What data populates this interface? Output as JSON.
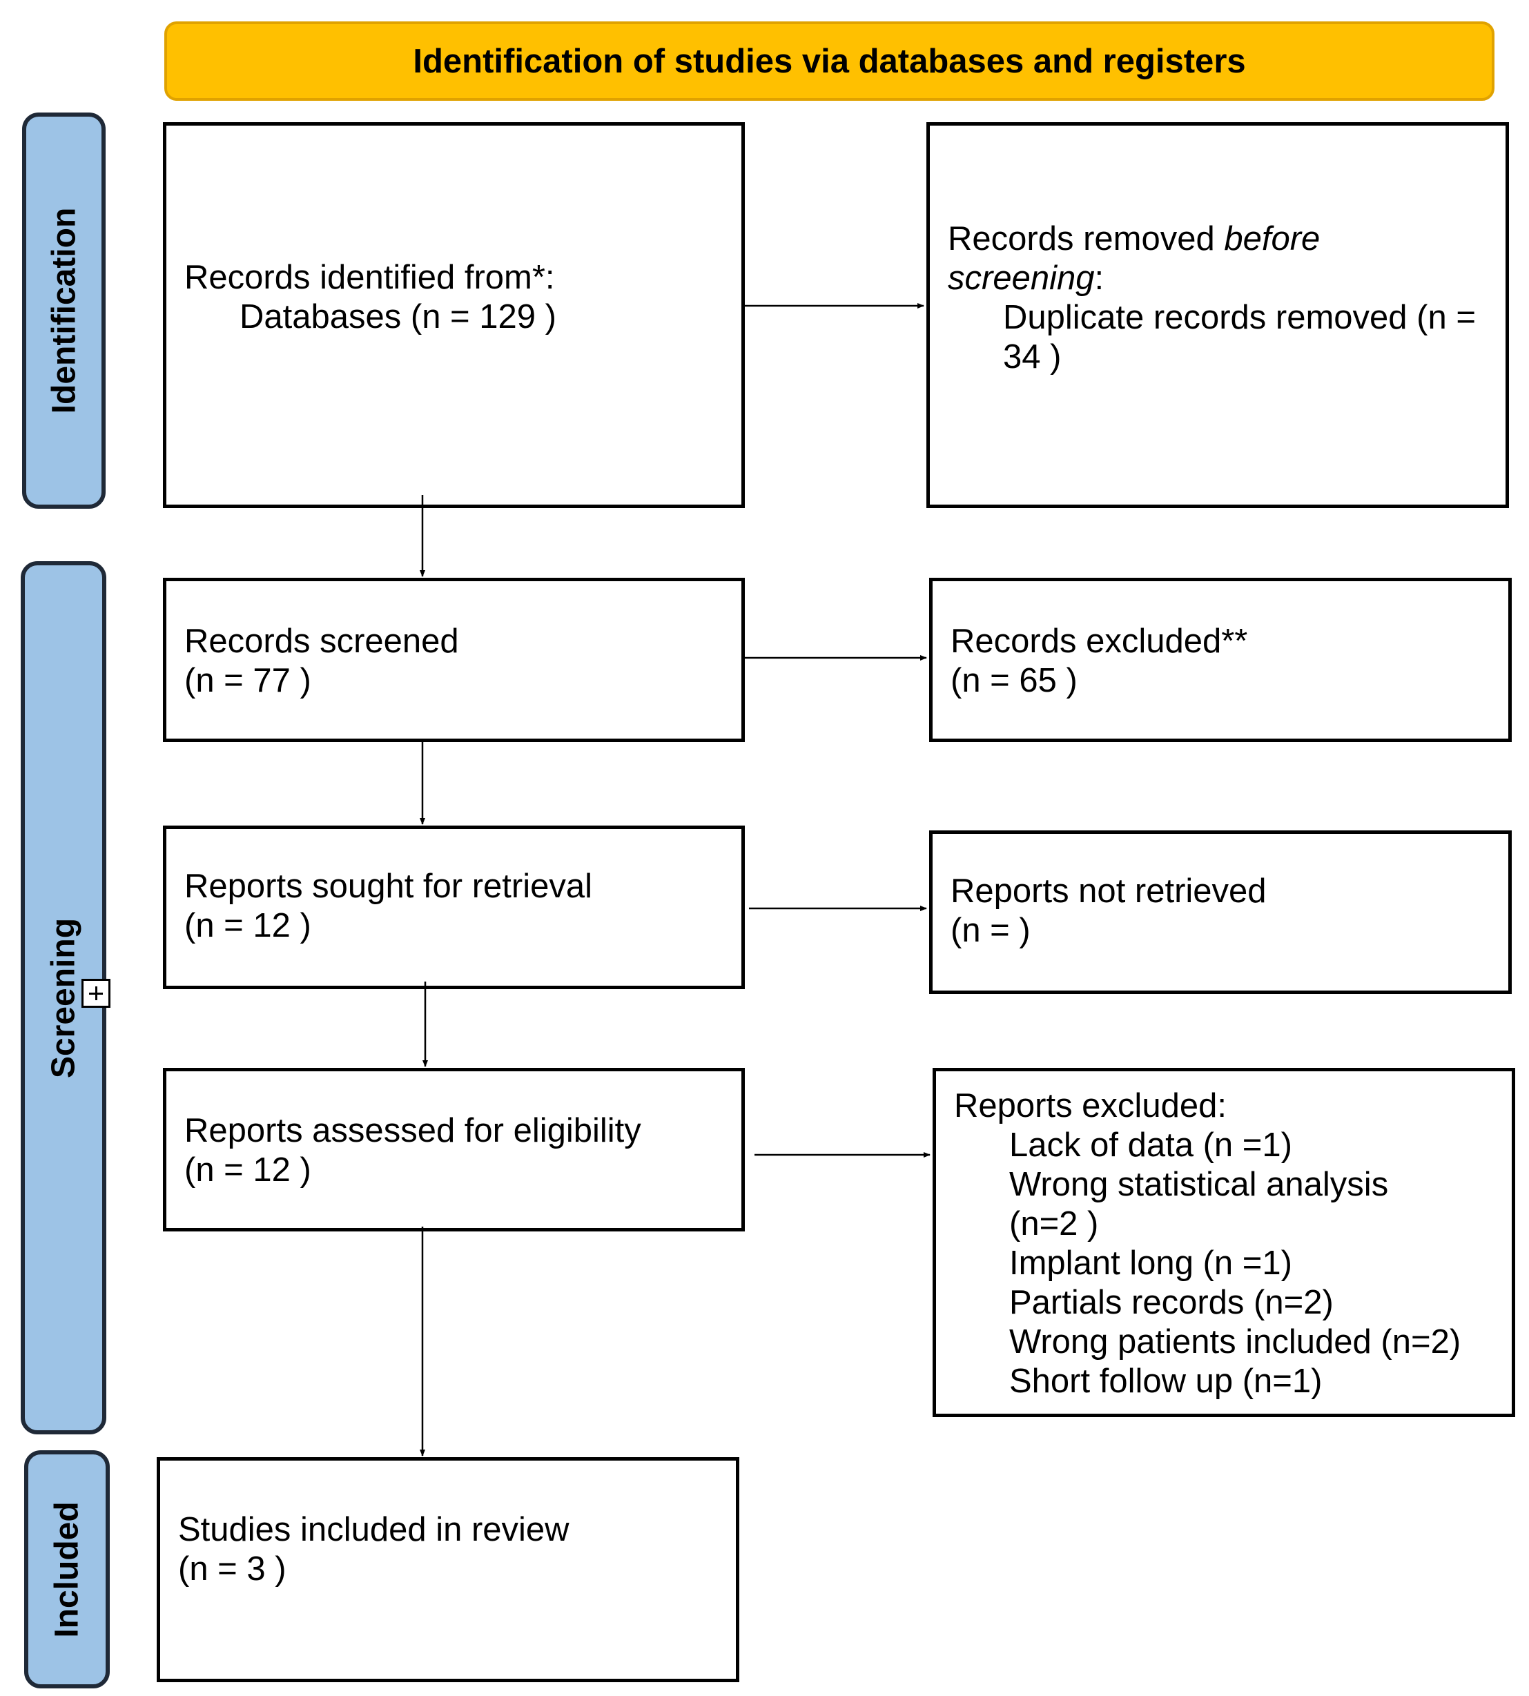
{
  "header": {
    "title": "Identification of studies via databases and registers"
  },
  "phases": {
    "identification": "Identification",
    "screening": "Screening",
    "included": "Included"
  },
  "boxes": {
    "records_identified": {
      "title": "Records identified from*:",
      "databases": "Databases (n = 129 )"
    },
    "records_removed": {
      "title_prefix": "Records removed ",
      "title_emphasis": "before screening",
      "title_suffix": ":",
      "duplicates": "Duplicate records removed  (n = 34 )"
    },
    "records_screened": {
      "title": "Records screened",
      "count": "(n = 77 )"
    },
    "records_excluded": {
      "title": "Records excluded**",
      "count": "(n = 65 )"
    },
    "reports_sought": {
      "title": "Reports sought for retrieval",
      "count": "(n = 12 )"
    },
    "reports_not_retrieved": {
      "title": "Reports not retrieved",
      "count": "(n = )"
    },
    "reports_assessed": {
      "title": "Reports assessed for eligibility",
      "count": "(n = 12 )"
    },
    "reports_excluded": {
      "title": "Reports excluded:",
      "reasons": [
        "Lack of data (n =1)",
        "Wrong statistical analysis (n=2 )",
        "Implant long (n =1)",
        "Partials records (n=2)",
        "Wrong patients included (n=2)",
        "Short follow up (n=1)"
      ]
    },
    "studies_included": {
      "title": "Studies included in review",
      "count": "(n = 3 )"
    }
  }
}
